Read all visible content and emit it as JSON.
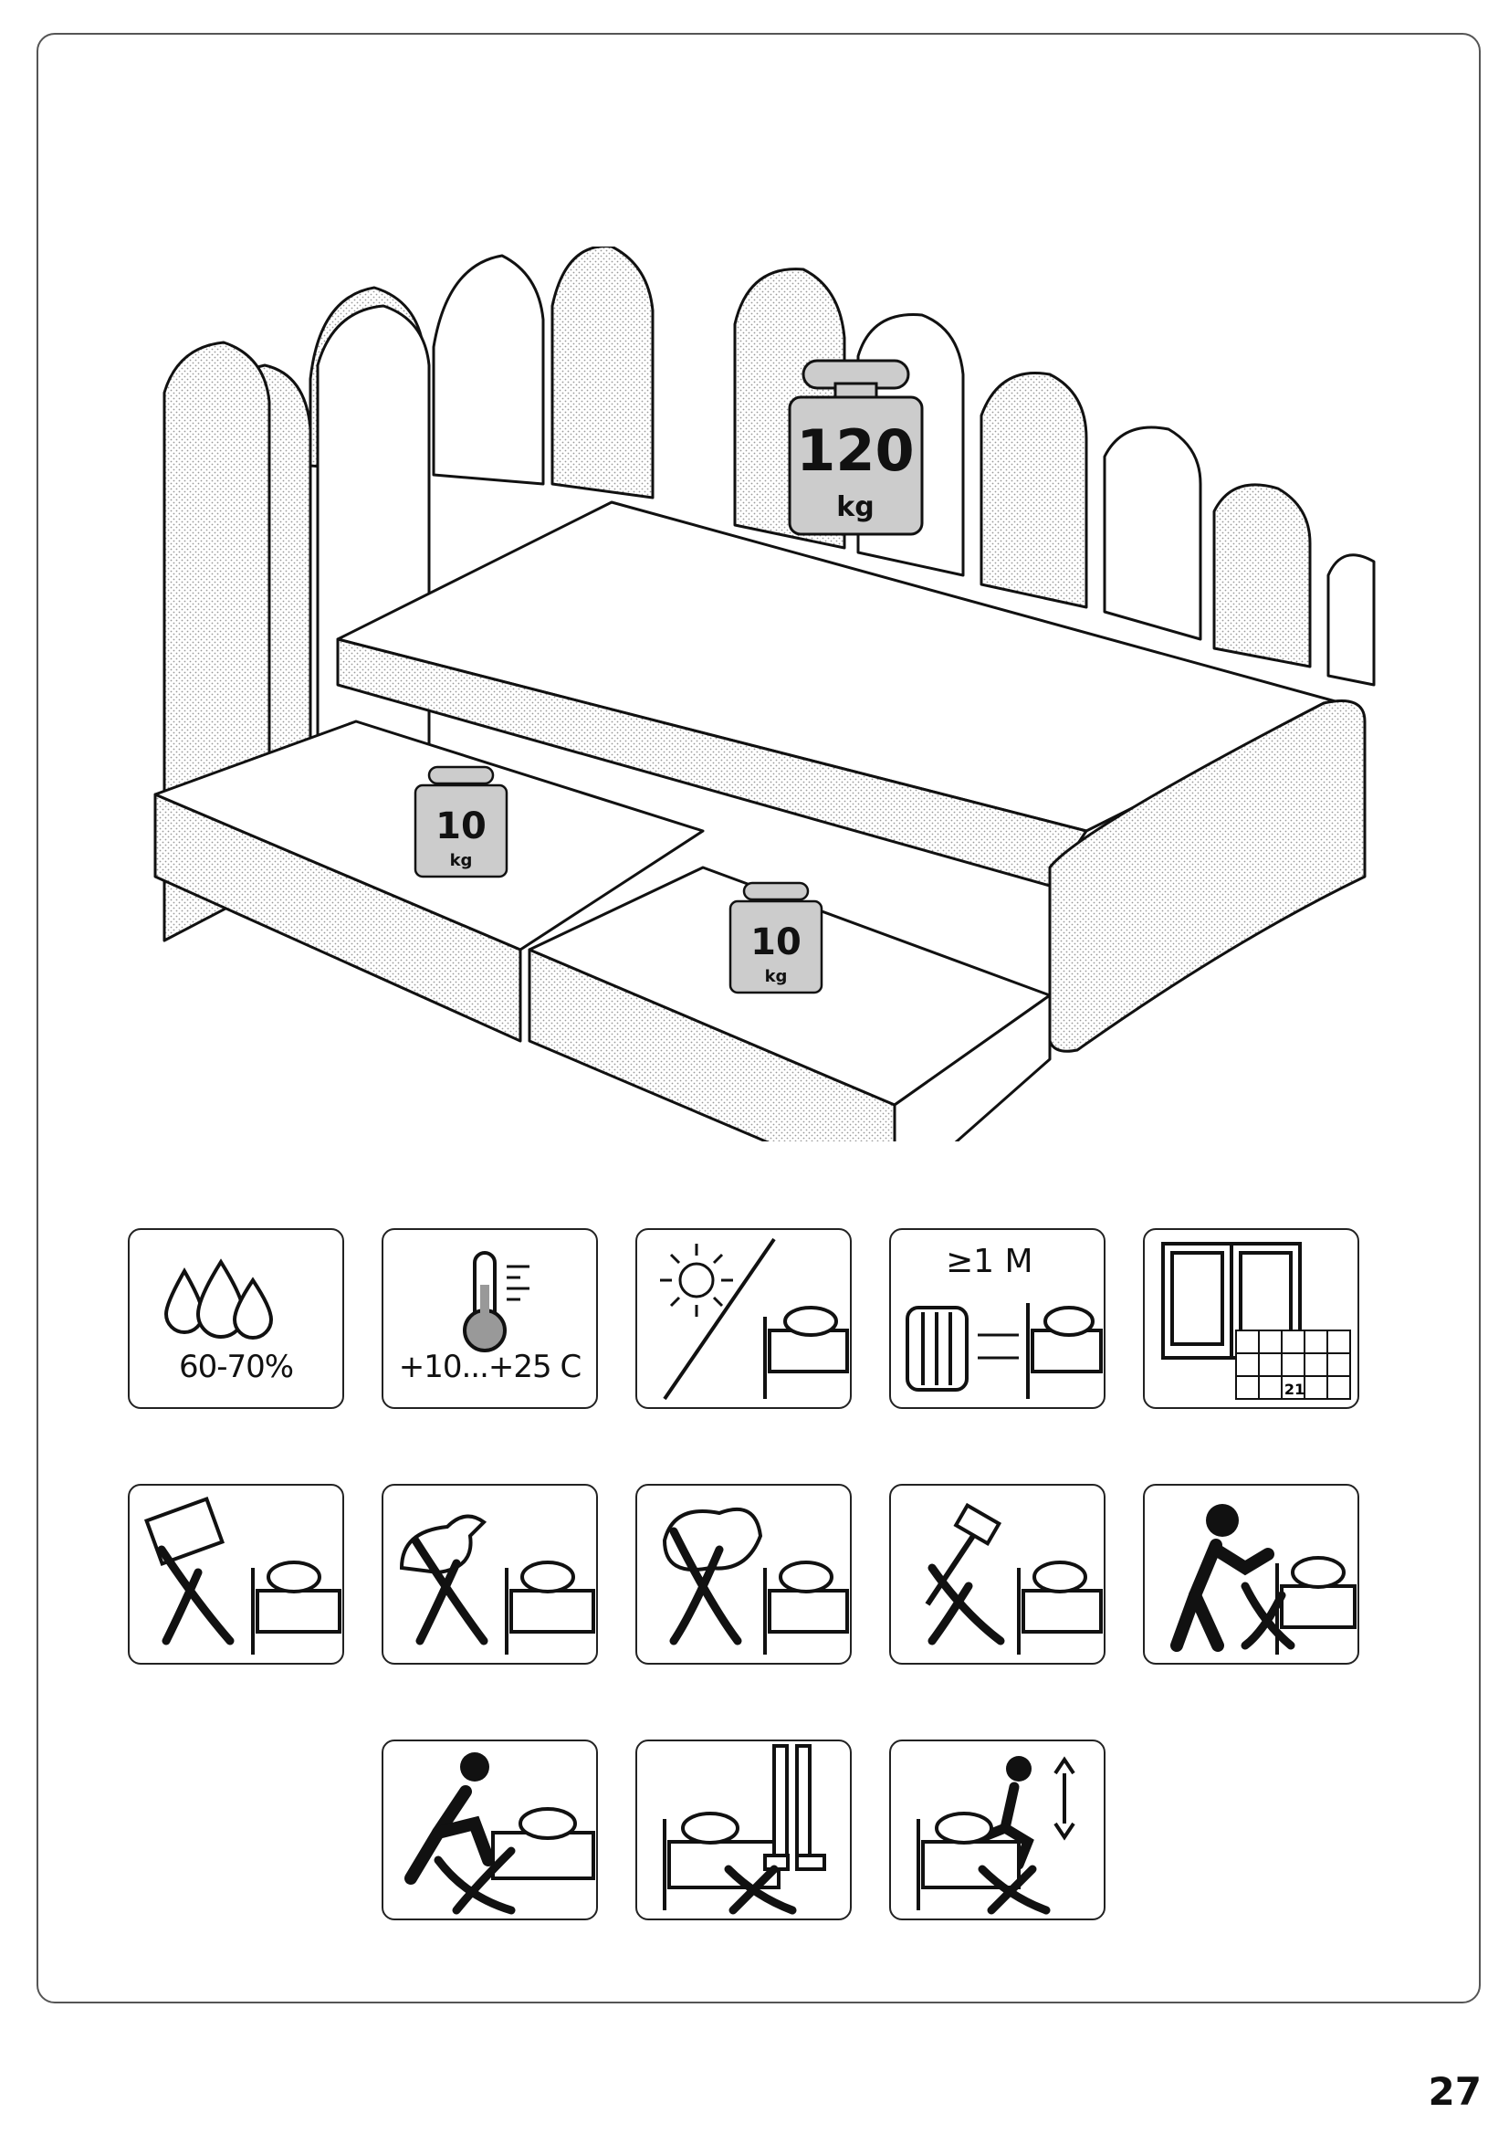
{
  "weights": {
    "bed": {
      "value": "120",
      "unit": "kg"
    },
    "drawer_left": {
      "value": "10",
      "unit": "kg"
    },
    "drawer_right": {
      "value": "10",
      "unit": "kg"
    }
  },
  "icons": {
    "humidity": {
      "icon": "water-drops-icon",
      "label": "60-70%"
    },
    "temperature": {
      "icon": "thermometer-icon",
      "label": "+10...+25 C"
    },
    "sunlight": {
      "icon": "sun-icon"
    },
    "heater_distance": {
      "icon": "heater-distance-icon",
      "label": "≥1 M"
    },
    "acclimatize": {
      "icon": "window-calendar-icon",
      "label": "21"
    },
    "no_wet_cloth": {
      "icon": "no-wet-cloth-icon"
    },
    "no_chemicals": {
      "icon": "no-chemicals-icon"
    },
    "no_sponge": {
      "icon": "no-sponge-icon"
    },
    "no_hammer": {
      "icon": "no-hammer-icon"
    },
    "no_pushing": {
      "icon": "no-pushing-icon"
    },
    "no_sitting_edge": {
      "icon": "no-sitting-edge-icon"
    },
    "no_standing": {
      "icon": "no-standing-icon"
    },
    "no_jumping": {
      "icon": "no-jumping-icon"
    }
  },
  "page_number": "27"
}
